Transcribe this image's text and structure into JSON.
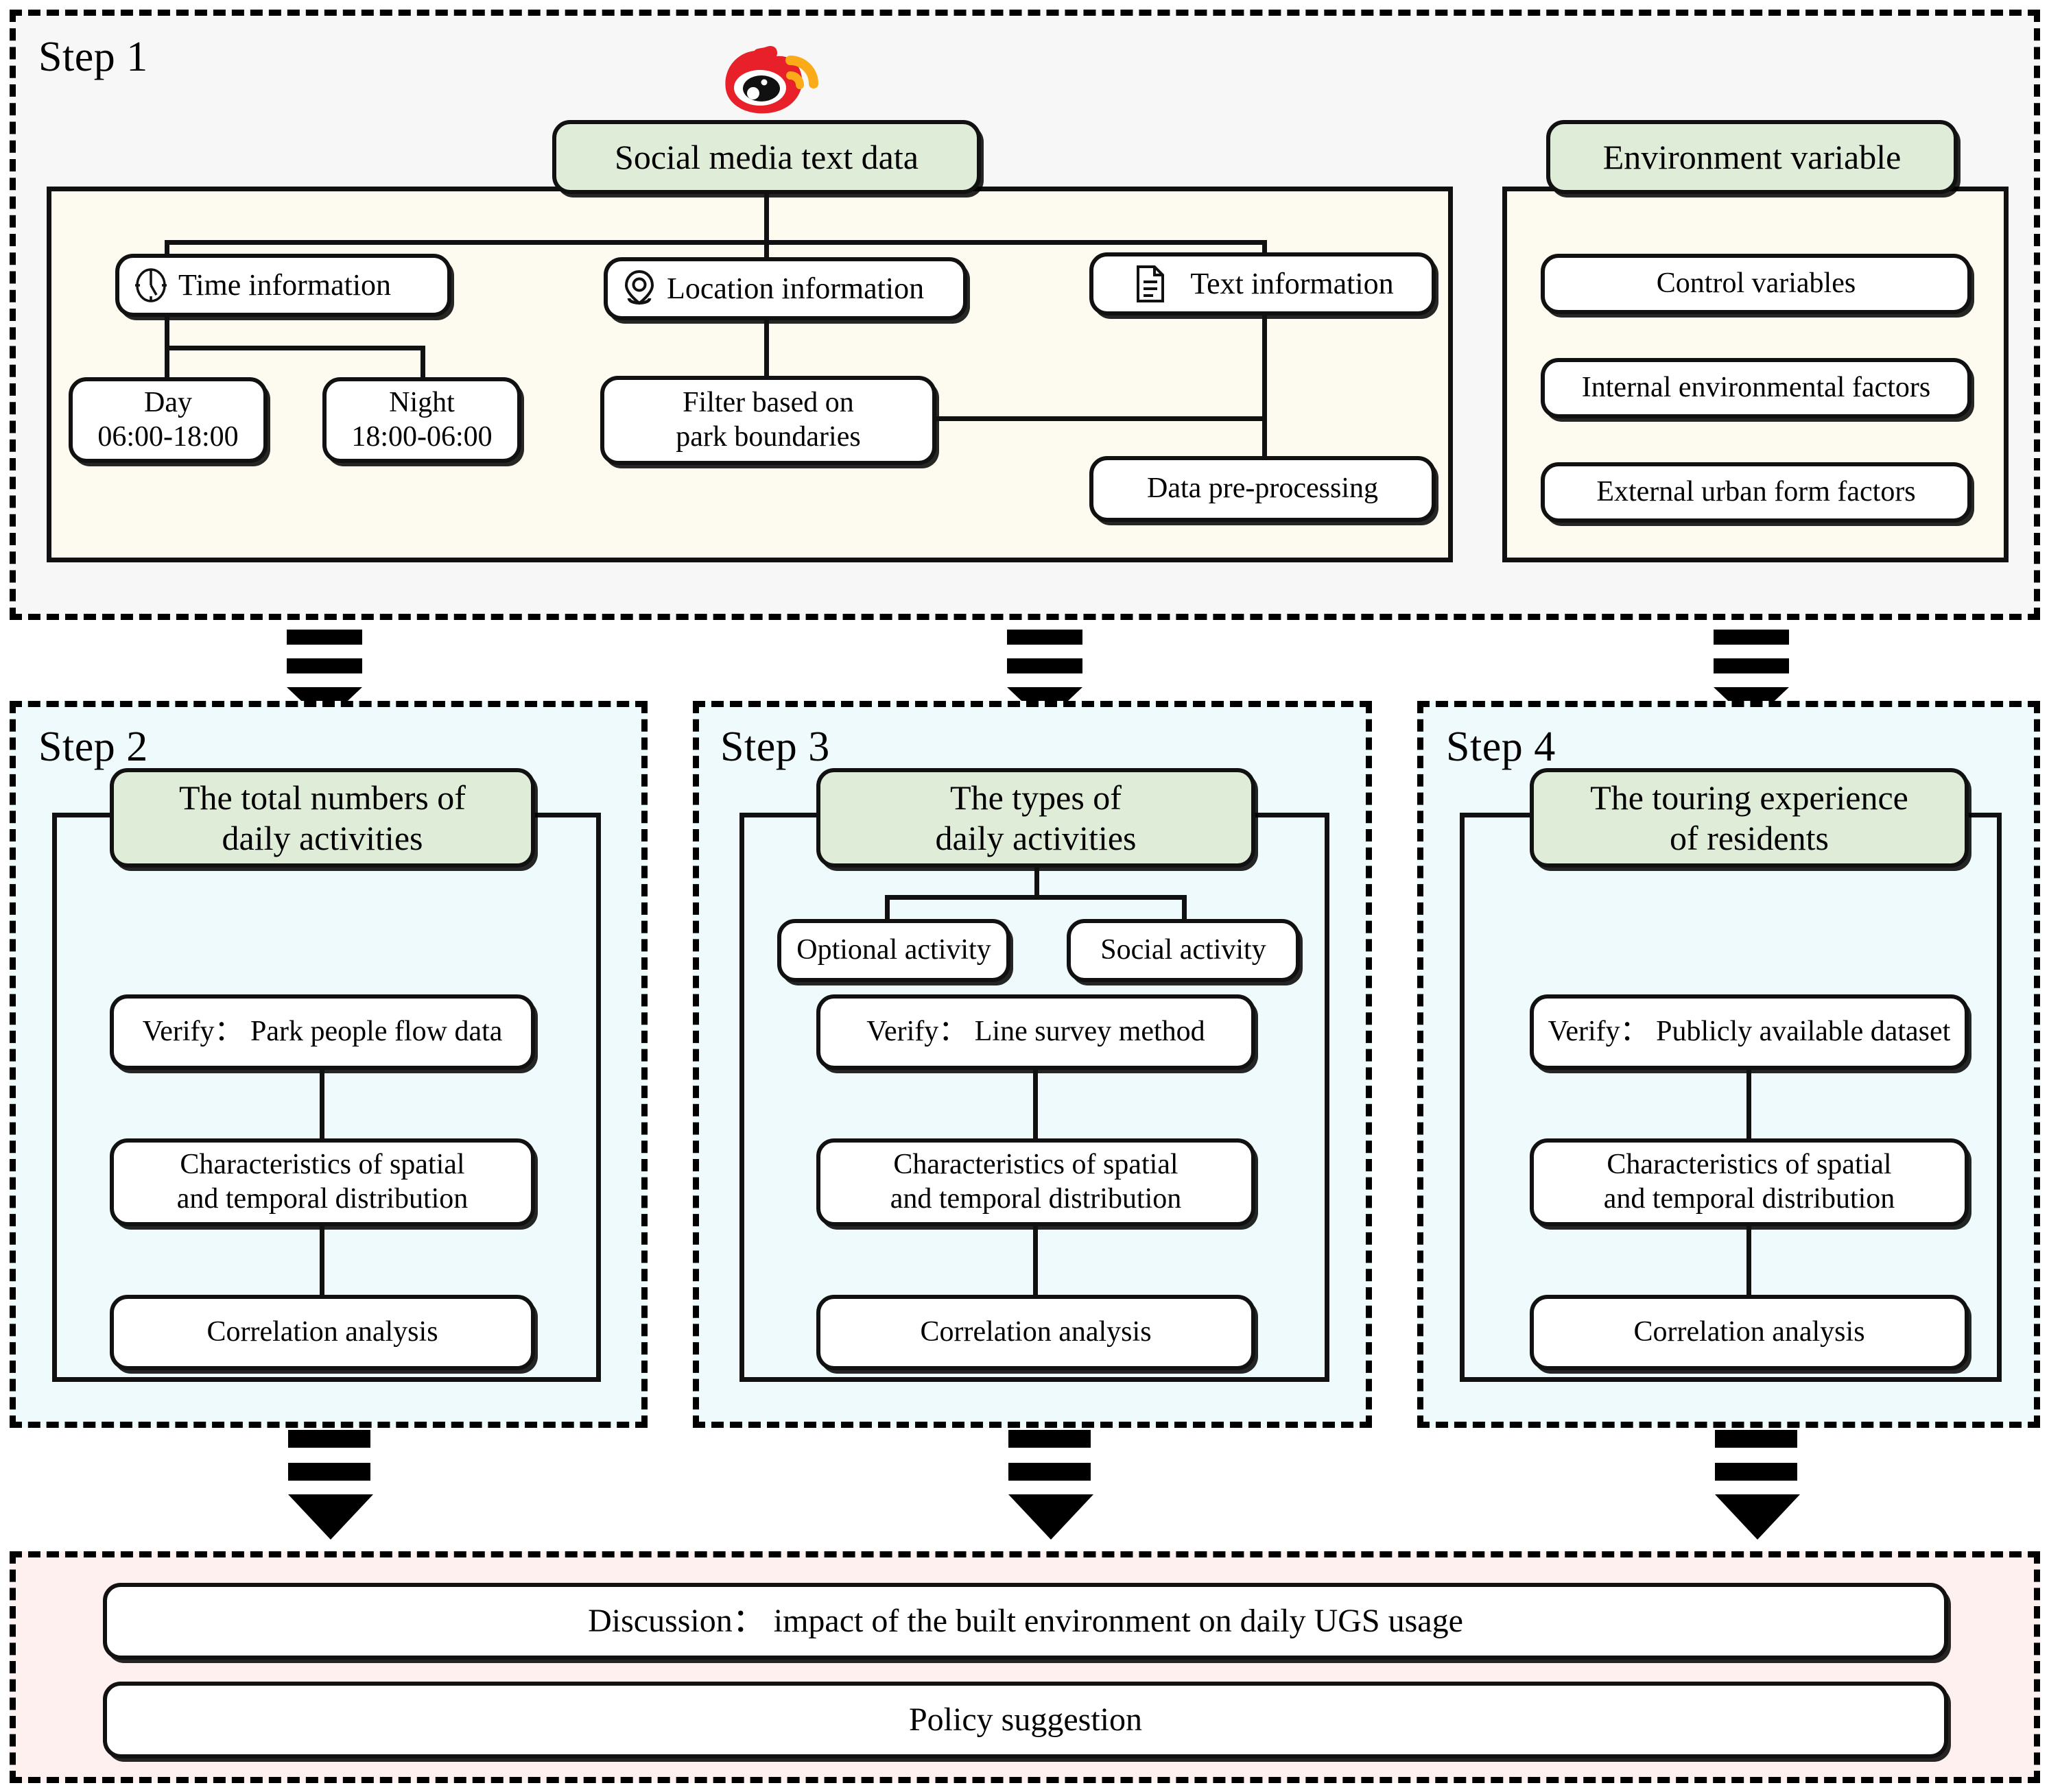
{
  "colors": {
    "green_node": "#dfecd8",
    "step1_panel": "#f6f7f6",
    "step1_inner": "#fdfaf0",
    "step234_panel": "#eefafb",
    "bottom_panel": "#fdf0ee",
    "outline": "#111111",
    "weibo_red": "#e8202a",
    "weibo_orange": "#fbab17"
  },
  "step1": {
    "label": "Step 1",
    "logo_icon": "weibo-logo-icon",
    "root": "Social media text data",
    "branches": [
      {
        "icon": "clock-icon",
        "label": "Time information"
      },
      {
        "icon": "location-pin-icon",
        "label": "Location information"
      },
      {
        "icon": "document-icon",
        "label": "Text information"
      }
    ],
    "time_children": [
      "Day\n06:00-18:00",
      "Night\n18:00-06:00"
    ],
    "location_child": "Filter based on\npark boundaries",
    "text_child": "Data pre-processing",
    "env": {
      "title": "Environment variable",
      "items": [
        "Control variables",
        "Internal environmental factors",
        "External urban form factors"
      ]
    }
  },
  "step2": {
    "label": "Step 2",
    "title": "The total numbers of\ndaily activities",
    "items": [
      "Verify：  Park people flow data",
      "Characteristics of  spatial\nand temporal distribution",
      "Correlation analysis"
    ]
  },
  "step3": {
    "label": "Step 3",
    "title": "The types of\ndaily activities",
    "types": [
      "Optional activity",
      "Social activity"
    ],
    "items": [
      "Verify：  Line survey method",
      "Characteristics of  spatial\nand temporal distribution",
      "Correlation analysis"
    ]
  },
  "step4": {
    "label": "Step 4",
    "title": "The touring experience\nof residents",
    "items": [
      "Verify：  Publicly available dataset",
      "Characteristics of  spatial\nand temporal distribution",
      "Correlation analysis"
    ]
  },
  "bottom": {
    "discussion": "Discussion：  impact of the built environment on daily UGS usage",
    "policy": "Policy suggestion"
  }
}
